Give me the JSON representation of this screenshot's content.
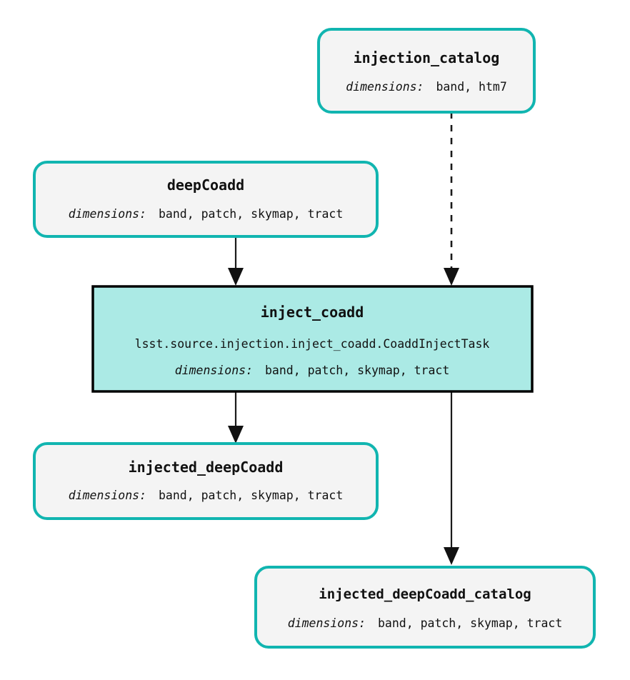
{
  "diagram": {
    "kind": "pipeline-dag",
    "colors": {
      "dataset_border": "#11b5b0",
      "dataset_fill": "#f4f4f4",
      "task_border": "#000000",
      "task_fill": "#abeae5",
      "edge": "#1a1a1a",
      "text": "#111111",
      "background": "#ffffff"
    },
    "dimensions_label": "dimensions:",
    "nodes": {
      "injection_catalog": {
        "title": "injection_catalog",
        "dimensions": "band, htm7",
        "type": "dataset"
      },
      "deep_coadd": {
        "title": "deepCoadd",
        "dimensions": "band, patch, skymap, tract",
        "type": "dataset"
      },
      "inject_coadd": {
        "title": "inject_coadd",
        "task_class": "lsst.source.injection.inject_coadd.CoaddInjectTask",
        "dimensions": "band, patch, skymap, tract",
        "type": "task"
      },
      "injected_deep_coadd": {
        "title": "injected_deepCoadd",
        "dimensions": "band, patch, skymap, tract",
        "type": "dataset"
      },
      "injected_deep_coadd_catalog": {
        "title": "injected_deepCoadd_catalog",
        "dimensions": "band, patch, skymap, tract",
        "type": "dataset"
      }
    },
    "edges": [
      {
        "from": "injection_catalog",
        "to": "inject_coadd",
        "style": "dashed"
      },
      {
        "from": "deep_coadd",
        "to": "inject_coadd",
        "style": "solid"
      },
      {
        "from": "inject_coadd",
        "to": "injected_deep_coadd",
        "style": "solid"
      },
      {
        "from": "inject_coadd",
        "to": "injected_deep_coadd_catalog",
        "style": "solid"
      }
    ]
  }
}
